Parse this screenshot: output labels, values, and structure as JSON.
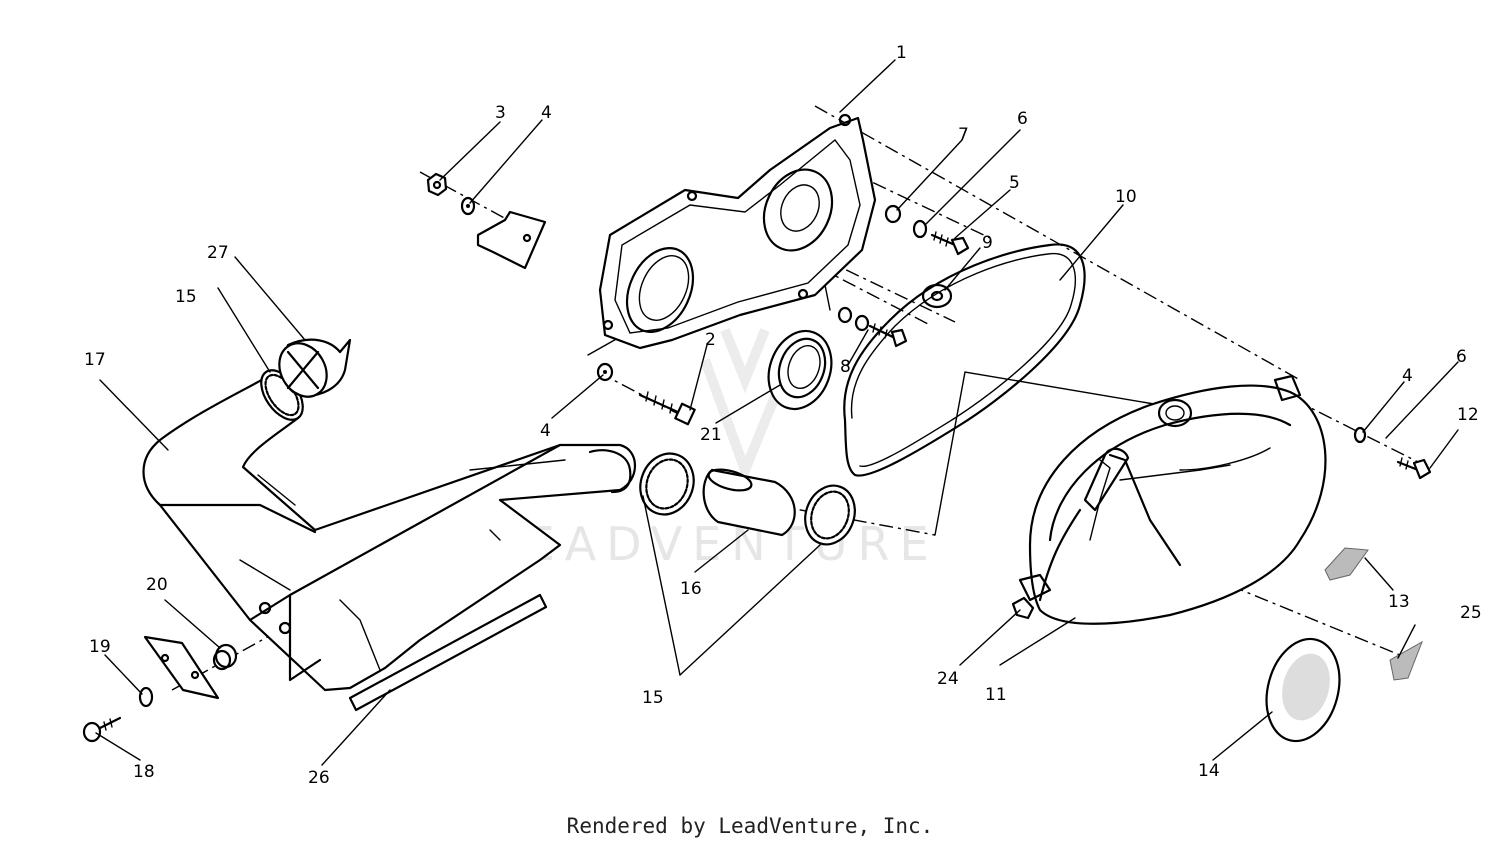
{
  "watermark": "LEADVENTURE",
  "footer": "Rendered by LeadVenture, Inc.",
  "callouts": [
    {
      "id": "c1",
      "label": "1"
    },
    {
      "id": "c2",
      "label": "2"
    },
    {
      "id": "c3",
      "label": "3"
    },
    {
      "id": "c4a",
      "label": "4"
    },
    {
      "id": "c4b",
      "label": "4"
    },
    {
      "id": "c4c",
      "label": "4"
    },
    {
      "id": "c5",
      "label": "5"
    },
    {
      "id": "c6a",
      "label": "6"
    },
    {
      "id": "c6b",
      "label": "6"
    },
    {
      "id": "c7",
      "label": "7"
    },
    {
      "id": "c8",
      "label": "8"
    },
    {
      "id": "c9",
      "label": "9"
    },
    {
      "id": "c10",
      "label": "10"
    },
    {
      "id": "c11",
      "label": "11"
    },
    {
      "id": "c12",
      "label": "12"
    },
    {
      "id": "c13",
      "label": "13"
    },
    {
      "id": "c14",
      "label": "14"
    },
    {
      "id": "c15a",
      "label": "15"
    },
    {
      "id": "c15b",
      "label": "15"
    },
    {
      "id": "c16",
      "label": "16"
    },
    {
      "id": "c17",
      "label": "17"
    },
    {
      "id": "c18",
      "label": "18"
    },
    {
      "id": "c19",
      "label": "19"
    },
    {
      "id": "c20",
      "label": "20"
    },
    {
      "id": "c21",
      "label": "21"
    },
    {
      "id": "c24",
      "label": "24"
    },
    {
      "id": "c25",
      "label": "25"
    },
    {
      "id": "c26",
      "label": "26"
    },
    {
      "id": "c27",
      "label": "27"
    }
  ]
}
